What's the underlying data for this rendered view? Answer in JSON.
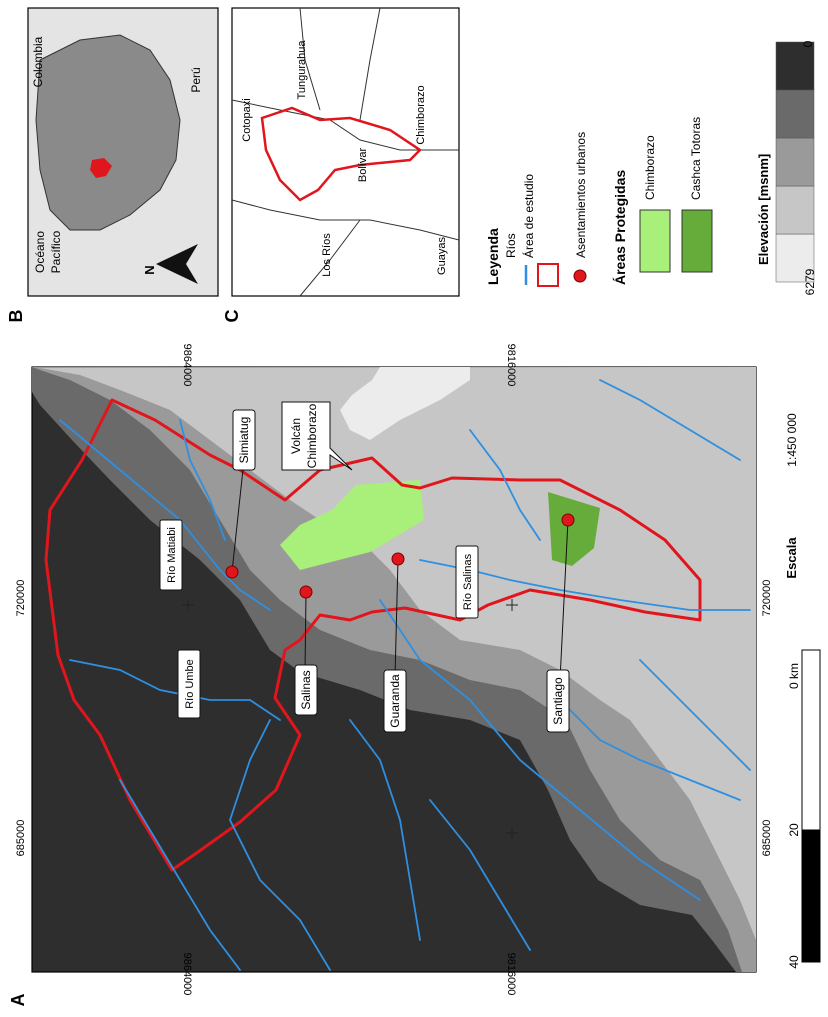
{
  "panels": {
    "a": "A",
    "b": "B",
    "c": "C"
  },
  "main_map": {
    "coords": {
      "lat_north": "9864000",
      "lat_south": "9816000",
      "lon_left": "685000",
      "lon_right": "720000"
    },
    "settlements": [
      {
        "id": "simiatug",
        "label": "Simiatug"
      },
      {
        "id": "salinas",
        "label": "Salinas"
      },
      {
        "id": "guaranda",
        "label": "Guaranda"
      },
      {
        "id": "santiago",
        "label": "Santiago"
      }
    ],
    "volcano_label_1": "Volcán",
    "volcano_label_2": "Chimborazo",
    "rivers": {
      "matiabi": "Río Matiabi",
      "umbe": "Río Umbe",
      "salinas": "Río Salinas"
    },
    "colors": {
      "river": "#2f8fe0",
      "study_area": "#e0161c",
      "settlement": "#e0161c",
      "pa_chimborazo": "#a8f07a",
      "pa_cashca": "#66ac3a",
      "elev_1": "#2e2e2e",
      "elev_2": "#6a6a6a",
      "elev_3": "#9a9a9a",
      "elev_4": "#c6c6c6",
      "elev_5": "#ececec"
    }
  },
  "inset_b": {
    "colombia": "Colombia",
    "peru": "Perú",
    "ocean_1": "Océano",
    "ocean_2": "Pacífico",
    "north": "N"
  },
  "inset_c": {
    "provinces": {
      "cotopaxi": "Cotopaxi",
      "tungurahua": "Tungurahua",
      "chimborazo": "Chimborazo",
      "bolivar": "Bolívar",
      "los_rios": "Los Ríos",
      "guayas": "Guayas"
    }
  },
  "legend": {
    "title": "Leyenda",
    "items": {
      "rios": "Ríos",
      "area": "Área de estudio",
      "asent": "Asentamientos urbanos"
    },
    "pa_title": "Áreas Protegidas",
    "pa_items": {
      "chimborazo": "Chimborazo",
      "cashca": "Cashca Totoras"
    },
    "elevation_title": "Elevación [msnm]",
    "elevation_min": "0",
    "elevation_max": "6279"
  },
  "scale": {
    "title": "Escala",
    "ratio": "1:450 000",
    "ticks": [
      "0 km",
      "20",
      "40"
    ]
  }
}
